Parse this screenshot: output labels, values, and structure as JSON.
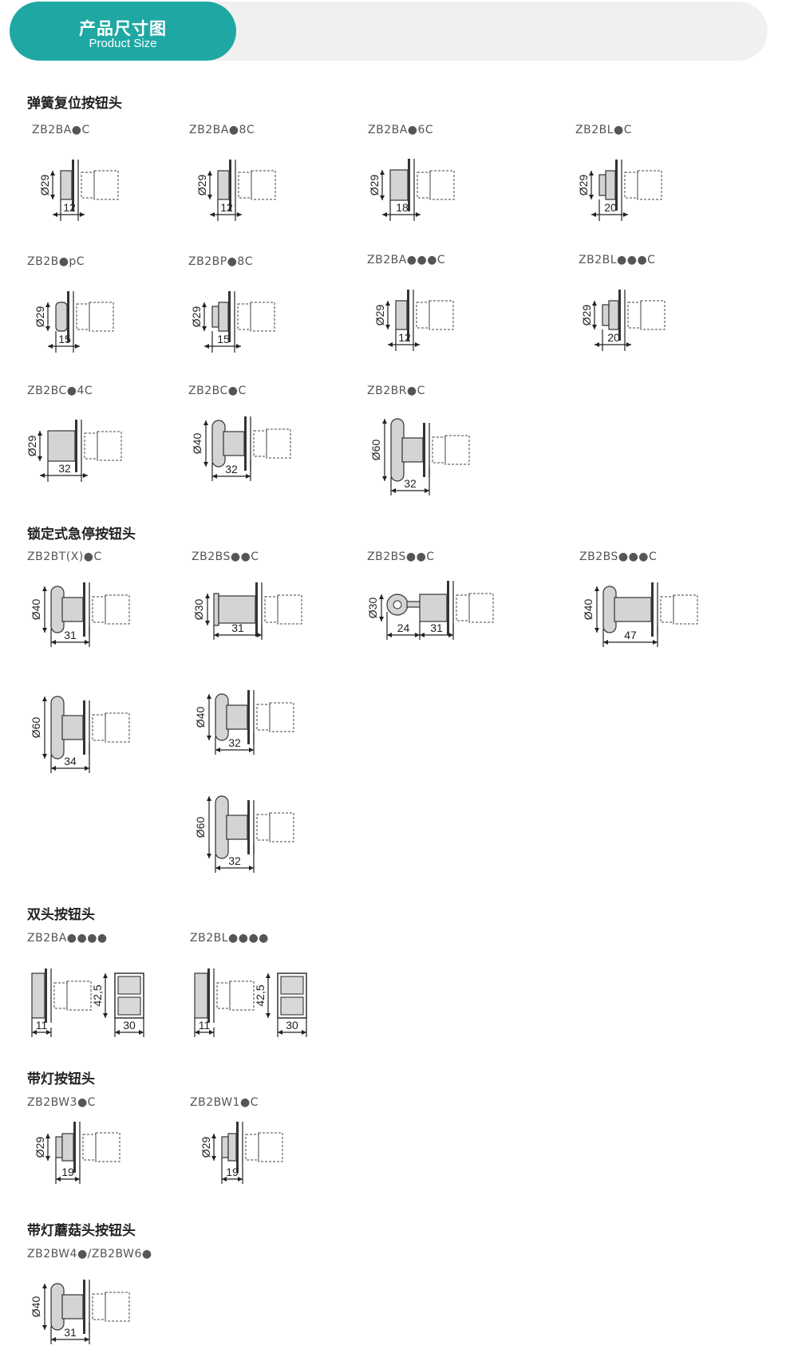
{
  "header": {
    "title": "产品尺寸图",
    "subtitle": "Product Size"
  },
  "sections": [
    {
      "title": "弹簧复位按钮头",
      "items": [
        {
          "code": "ZB2BA●C",
          "dia": "Ø29",
          "w": "12"
        },
        {
          "code": "ZB2BA●8C",
          "dia": "Ø29",
          "w": "12"
        },
        {
          "code": "ZB2BA●6C",
          "dia": "Ø29",
          "w": "18"
        },
        {
          "code": "ZB2BL●C",
          "dia": "Ø29",
          "w": "20"
        },
        {
          "code": "ZB2B●pC",
          "dia": "Ø29",
          "w": "15"
        },
        {
          "code": "ZB2BP●8C",
          "dia": "Ø29",
          "w": "15"
        },
        {
          "code": "ZB2BA●●●C",
          "dia": "Ø29",
          "w": "12"
        },
        {
          "code": "ZB2BL●●●C",
          "dia": "Ø29",
          "w": "20"
        },
        {
          "code": "ZB2BC●4C",
          "dia": "Ø29",
          "w": "32"
        },
        {
          "code": "ZB2BC●C",
          "dia": "Ø40",
          "w": "32"
        },
        {
          "code": "ZB2BR●C",
          "dia": "Ø60",
          "w": "32"
        }
      ]
    },
    {
      "title": "锁定式急停按钮头",
      "items": [
        {
          "code": "ZB2BT(X)●C",
          "dia": "Ø40",
          "w": "31"
        },
        {
          "code": "ZB2BS●●C",
          "dia": "Ø30",
          "w": "31"
        },
        {
          "code": "ZB2BS●●C",
          "dia": "Ø30",
          "w": "31",
          "w2": "24"
        },
        {
          "code": "ZB2BS●●●C",
          "dia": "Ø40",
          "w": "47"
        },
        {
          "code": "",
          "dia": "Ø60",
          "w": "34"
        },
        {
          "code": "",
          "dia": "Ø40",
          "w": "32"
        },
        {
          "code": "",
          "dia": "Ø60",
          "w": "32"
        }
      ]
    },
    {
      "title": "双头按钮头",
      "items": [
        {
          "code": "ZB2BA●●●●",
          "h": "42,5",
          "w": "11",
          "w2": "30"
        },
        {
          "code": "ZB2BL●●●●",
          "h": "42,5",
          "w": "11",
          "w2": "30"
        }
      ]
    },
    {
      "title": "带灯按钮头",
      "items": [
        {
          "code": "ZB2BW3●C",
          "dia": "Ø29",
          "w": "19"
        },
        {
          "code": "ZB2BW1●C",
          "dia": "Ø29",
          "w": "19"
        }
      ]
    },
    {
      "title": "带灯蘑菇头按钮头",
      "items": [
        {
          "code": "ZB2BW4●/ZB2BW6●",
          "dia": "Ø40",
          "w": "31"
        }
      ]
    }
  ]
}
